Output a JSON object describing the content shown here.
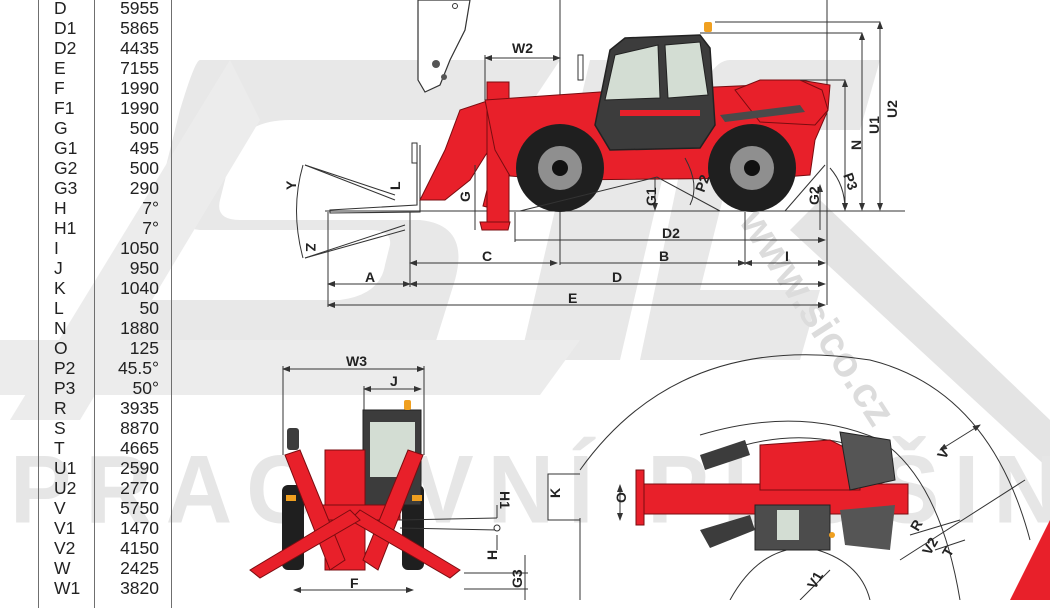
{
  "watermark": {
    "brand": "SICO",
    "tagline": "PRACOVNÍ PLOŠINY",
    "url": "www.sico.cz",
    "copyright_symbol": "©"
  },
  "colors": {
    "machine_red": "#e8202a",
    "cab_dark": "#3c3c3c",
    "glass": "#d3ddd3",
    "tire": "#1f1f1f",
    "rim": "#8f8f8f",
    "watermark_gray": "#e6e6e6",
    "line": "#333333",
    "beacon": "#f0a020"
  },
  "dimensions_table": {
    "rows": [
      {
        "key": "D",
        "value": "5955"
      },
      {
        "key": "D1",
        "value": "5865"
      },
      {
        "key": "D2",
        "value": "4435"
      },
      {
        "key": "E",
        "value": "7155"
      },
      {
        "key": "F",
        "value": "1990"
      },
      {
        "key": "F1",
        "value": "1990"
      },
      {
        "key": "G",
        "value": "500"
      },
      {
        "key": "G1",
        "value": "495"
      },
      {
        "key": "G2",
        "value": "500"
      },
      {
        "key": "G3",
        "value": "290"
      },
      {
        "key": "H",
        "value": "7°"
      },
      {
        "key": "H1",
        "value": "7°"
      },
      {
        "key": "I",
        "value": "1050"
      },
      {
        "key": "J",
        "value": "950"
      },
      {
        "key": "K",
        "value": "1040"
      },
      {
        "key": "L",
        "value": "50"
      },
      {
        "key": "N",
        "value": "1880"
      },
      {
        "key": "O",
        "value": "125"
      },
      {
        "key": "P2",
        "value": "45.5°"
      },
      {
        "key": "P3",
        "value": "50°"
      },
      {
        "key": "R",
        "value": "3935"
      },
      {
        "key": "S",
        "value": "8870"
      },
      {
        "key": "T",
        "value": "4665"
      },
      {
        "key": "U1",
        "value": "2590"
      },
      {
        "key": "U2",
        "value": "2770"
      },
      {
        "key": "V",
        "value": "5750"
      },
      {
        "key": "V1",
        "value": "1470"
      },
      {
        "key": "V2",
        "value": "4150"
      },
      {
        "key": "W",
        "value": "2425"
      },
      {
        "key": "W1",
        "value": "3820"
      }
    ]
  },
  "side_view": {
    "labels": {
      "W2": "W2",
      "Y": "Y",
      "Z": "Z",
      "L": "L",
      "G": "G",
      "G1": "G1",
      "P2": "P2",
      "G2": "G2",
      "P3": "P3",
      "N": "N",
      "U1": "U1",
      "U2": "U2",
      "A": "A",
      "C": "C",
      "D": "D",
      "D2": "D2",
      "B": "B",
      "I": "I",
      "E": "E"
    }
  },
  "front_view": {
    "labels": {
      "W3": "W3",
      "J": "J",
      "H1": "H1",
      "H": "H",
      "G3": "G3",
      "F": "F"
    }
  },
  "top_view": {
    "labels": {
      "K": "K",
      "O": "O",
      "V": "V",
      "R": "R",
      "V2": "V2",
      "T": "T",
      "V1": "V1"
    }
  }
}
